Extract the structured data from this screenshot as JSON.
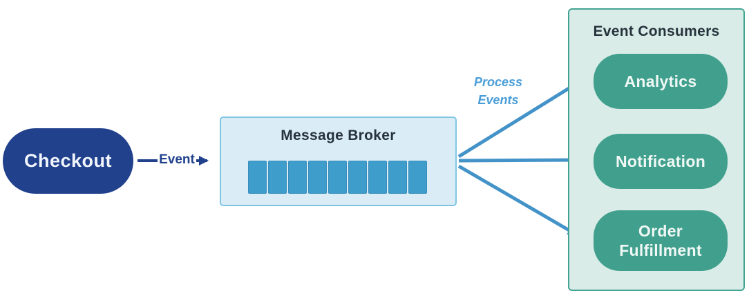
{
  "diagram": {
    "producer": {
      "label": "Checkout"
    },
    "event_connector": {
      "label": "Event"
    },
    "broker": {
      "title": "Message Broker",
      "queue_slots": 9
    },
    "process_label": {
      "line1": "Process",
      "line2": "Events"
    },
    "consumers_panel": {
      "title": "Event Consumers",
      "consumers": [
        {
          "label": "Analytics"
        },
        {
          "label": "Notification"
        },
        {
          "label": "Order Fulfillment"
        }
      ]
    }
  },
  "colors": {
    "navy": "#21418d",
    "broker_fill": "#daecf6",
    "broker_border": "#7fc5e2",
    "queue_square": "#3f9dcc",
    "arrow_blue": "#4493c8",
    "process_text": "#4a9ed8",
    "panel_fill": "#d9ece7",
    "panel_border": "#42a492",
    "pill_teal": "#41a08d",
    "title_text": "#26333d"
  }
}
